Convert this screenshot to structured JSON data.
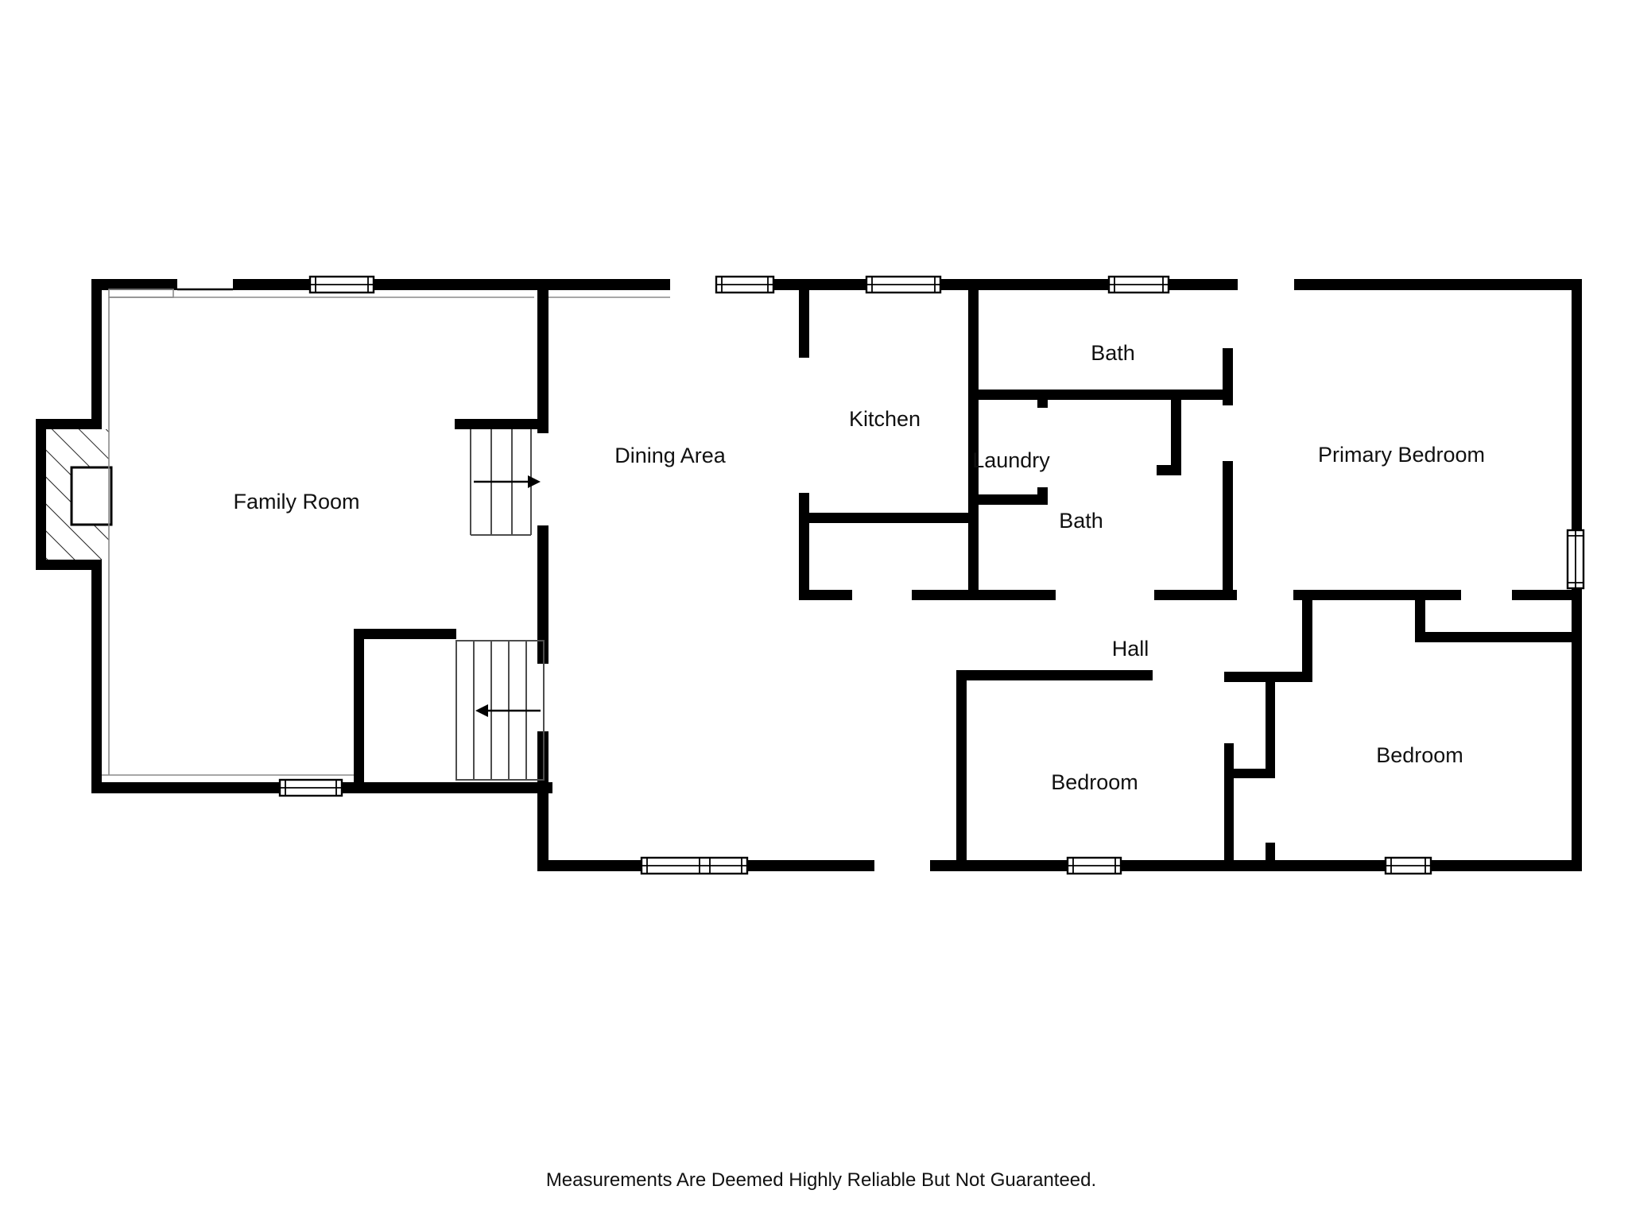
{
  "colors": {
    "background": "#ffffff",
    "walls": "#000000",
    "text": "#111111"
  },
  "floor_plan": {
    "rooms": [
      {
        "id": "family-room",
        "label": "Family Room"
      },
      {
        "id": "dining-area",
        "label": "Dining Area"
      },
      {
        "id": "kitchen",
        "label": "Kitchen"
      },
      {
        "id": "laundry",
        "label": "Laundry"
      },
      {
        "id": "bath-top",
        "label": "Bath"
      },
      {
        "id": "bath-center",
        "label": "Bath"
      },
      {
        "id": "primary-bedroom",
        "label": "Primary Bedroom"
      },
      {
        "id": "hall",
        "label": "Hall"
      },
      {
        "id": "bedroom-left",
        "label": "Bedroom"
      },
      {
        "id": "bedroom-right",
        "label": "Bedroom"
      }
    ],
    "stairs": {
      "upper_arrow_direction": "right",
      "lower_arrow_direction": "left"
    },
    "footer": "Measurements Are Deemed Highly Reliable But Not Guaranteed."
  }
}
